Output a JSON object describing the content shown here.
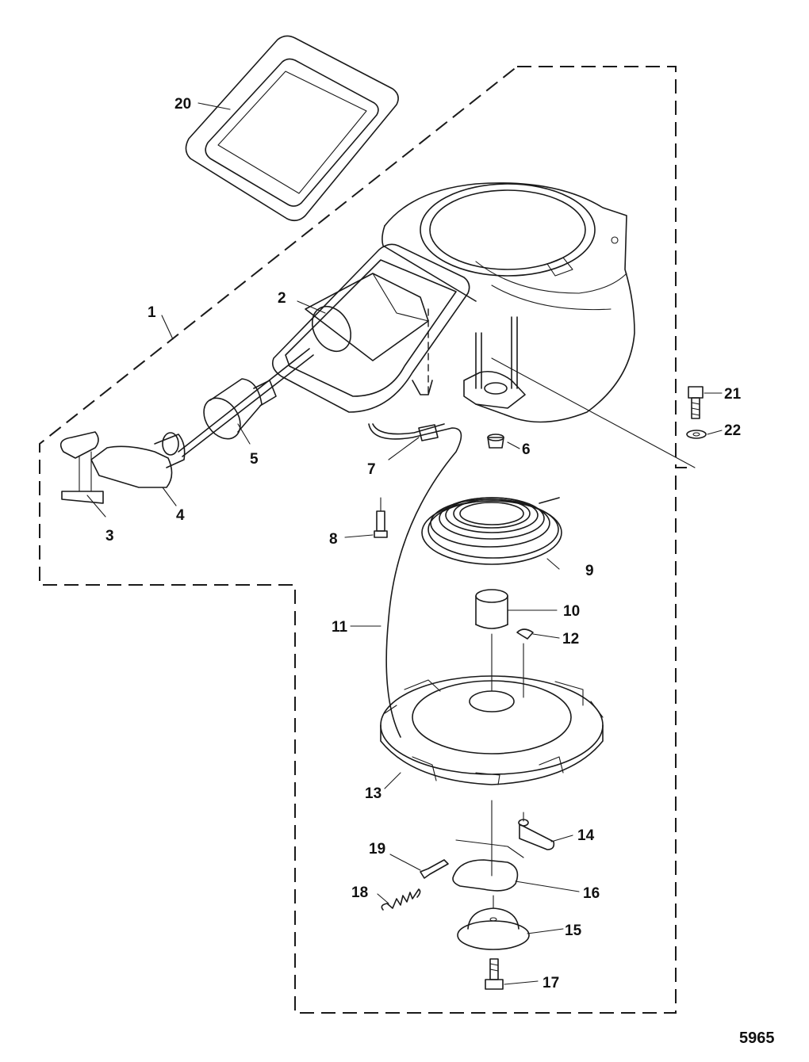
{
  "figure_number": "5965",
  "callouts": [
    {
      "id": "c1",
      "text": "1"
    },
    {
      "id": "c2",
      "text": "2"
    },
    {
      "id": "c3",
      "text": "3"
    },
    {
      "id": "c4",
      "text": "4"
    },
    {
      "id": "c5",
      "text": "5"
    },
    {
      "id": "c6",
      "text": "6"
    },
    {
      "id": "c7",
      "text": "7"
    },
    {
      "id": "c8",
      "text": "8"
    },
    {
      "id": "c9",
      "text": "9"
    },
    {
      "id": "c10",
      "text": "10"
    },
    {
      "id": "c11",
      "text": "11"
    },
    {
      "id": "c12",
      "text": "12"
    },
    {
      "id": "c13",
      "text": "13"
    },
    {
      "id": "c14",
      "text": "14"
    },
    {
      "id": "c15",
      "text": "15"
    },
    {
      "id": "c16",
      "text": "16"
    },
    {
      "id": "c17",
      "text": "17"
    },
    {
      "id": "c18",
      "text": "18"
    },
    {
      "id": "c19",
      "text": "19"
    },
    {
      "id": "c20",
      "text": "20"
    },
    {
      "id": "c21",
      "text": "21"
    },
    {
      "id": "c22",
      "text": "22"
    }
  ]
}
